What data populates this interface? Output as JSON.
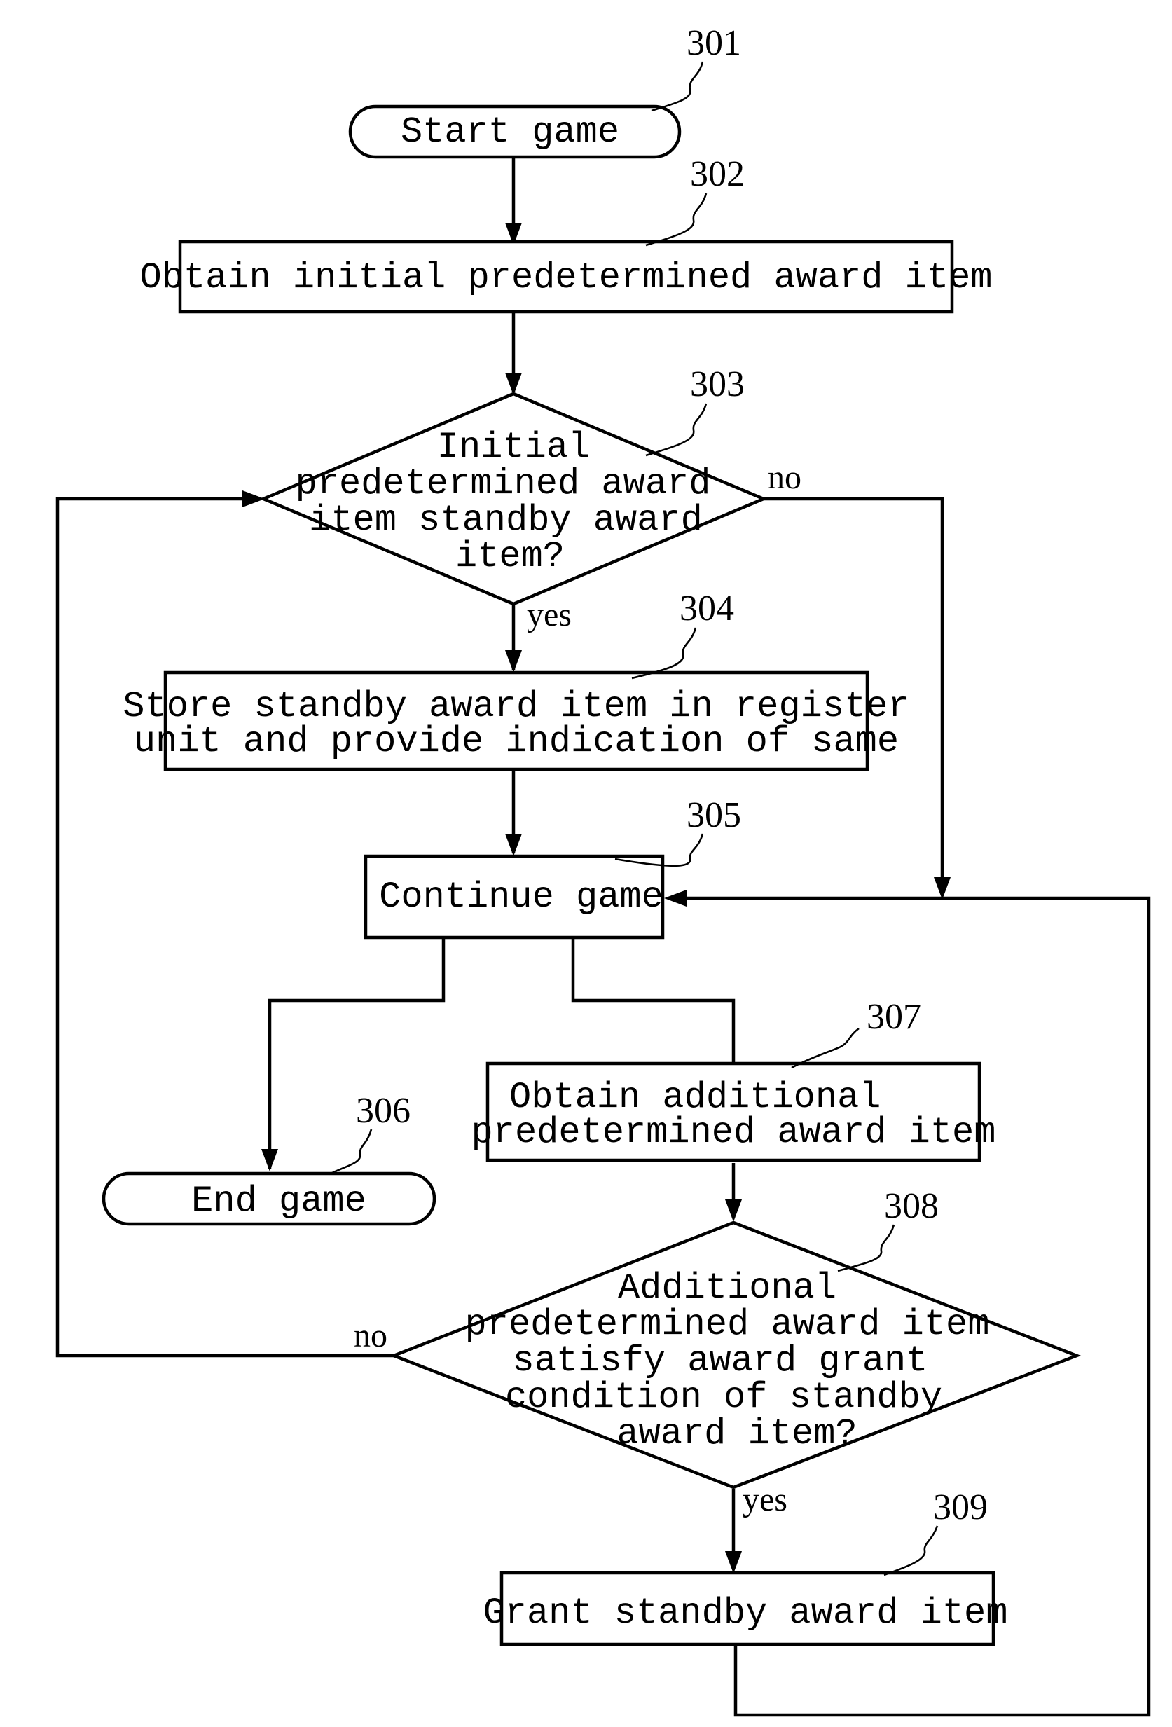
{
  "diagram": {
    "nodes": {
      "start": {
        "ref": "301",
        "lines": [
          "Start game"
        ]
      },
      "obtain_initial": {
        "ref": "302",
        "lines": [
          "Obtain initial predetermined award item"
        ]
      },
      "decision_initial": {
        "ref": "303",
        "lines": [
          "Initial",
          "predetermined award",
          "item standby award",
          "item?"
        ]
      },
      "store": {
        "ref": "304",
        "lines": [
          "Store standby award item in register",
          "unit and provide indication of same"
        ]
      },
      "continue": {
        "ref": "305",
        "lines": [
          "Continue game"
        ]
      },
      "end": {
        "ref": "306",
        "lines": [
          "End game"
        ]
      },
      "obtain_additional": {
        "ref": "307",
        "lines": [
          "Obtain additional",
          "predetermined award item"
        ]
      },
      "decision_additional": {
        "ref": "308",
        "lines": [
          "Additional",
          "predetermined award item",
          "satisfy award grant",
          "condition of standby",
          "award item?"
        ]
      },
      "grant": {
        "ref": "309",
        "lines": [
          "Grant standby award item"
        ]
      }
    },
    "edge_labels": {
      "d303_no": "no",
      "d303_yes": "yes",
      "d308_no": "no",
      "d308_yes": "yes"
    }
  }
}
